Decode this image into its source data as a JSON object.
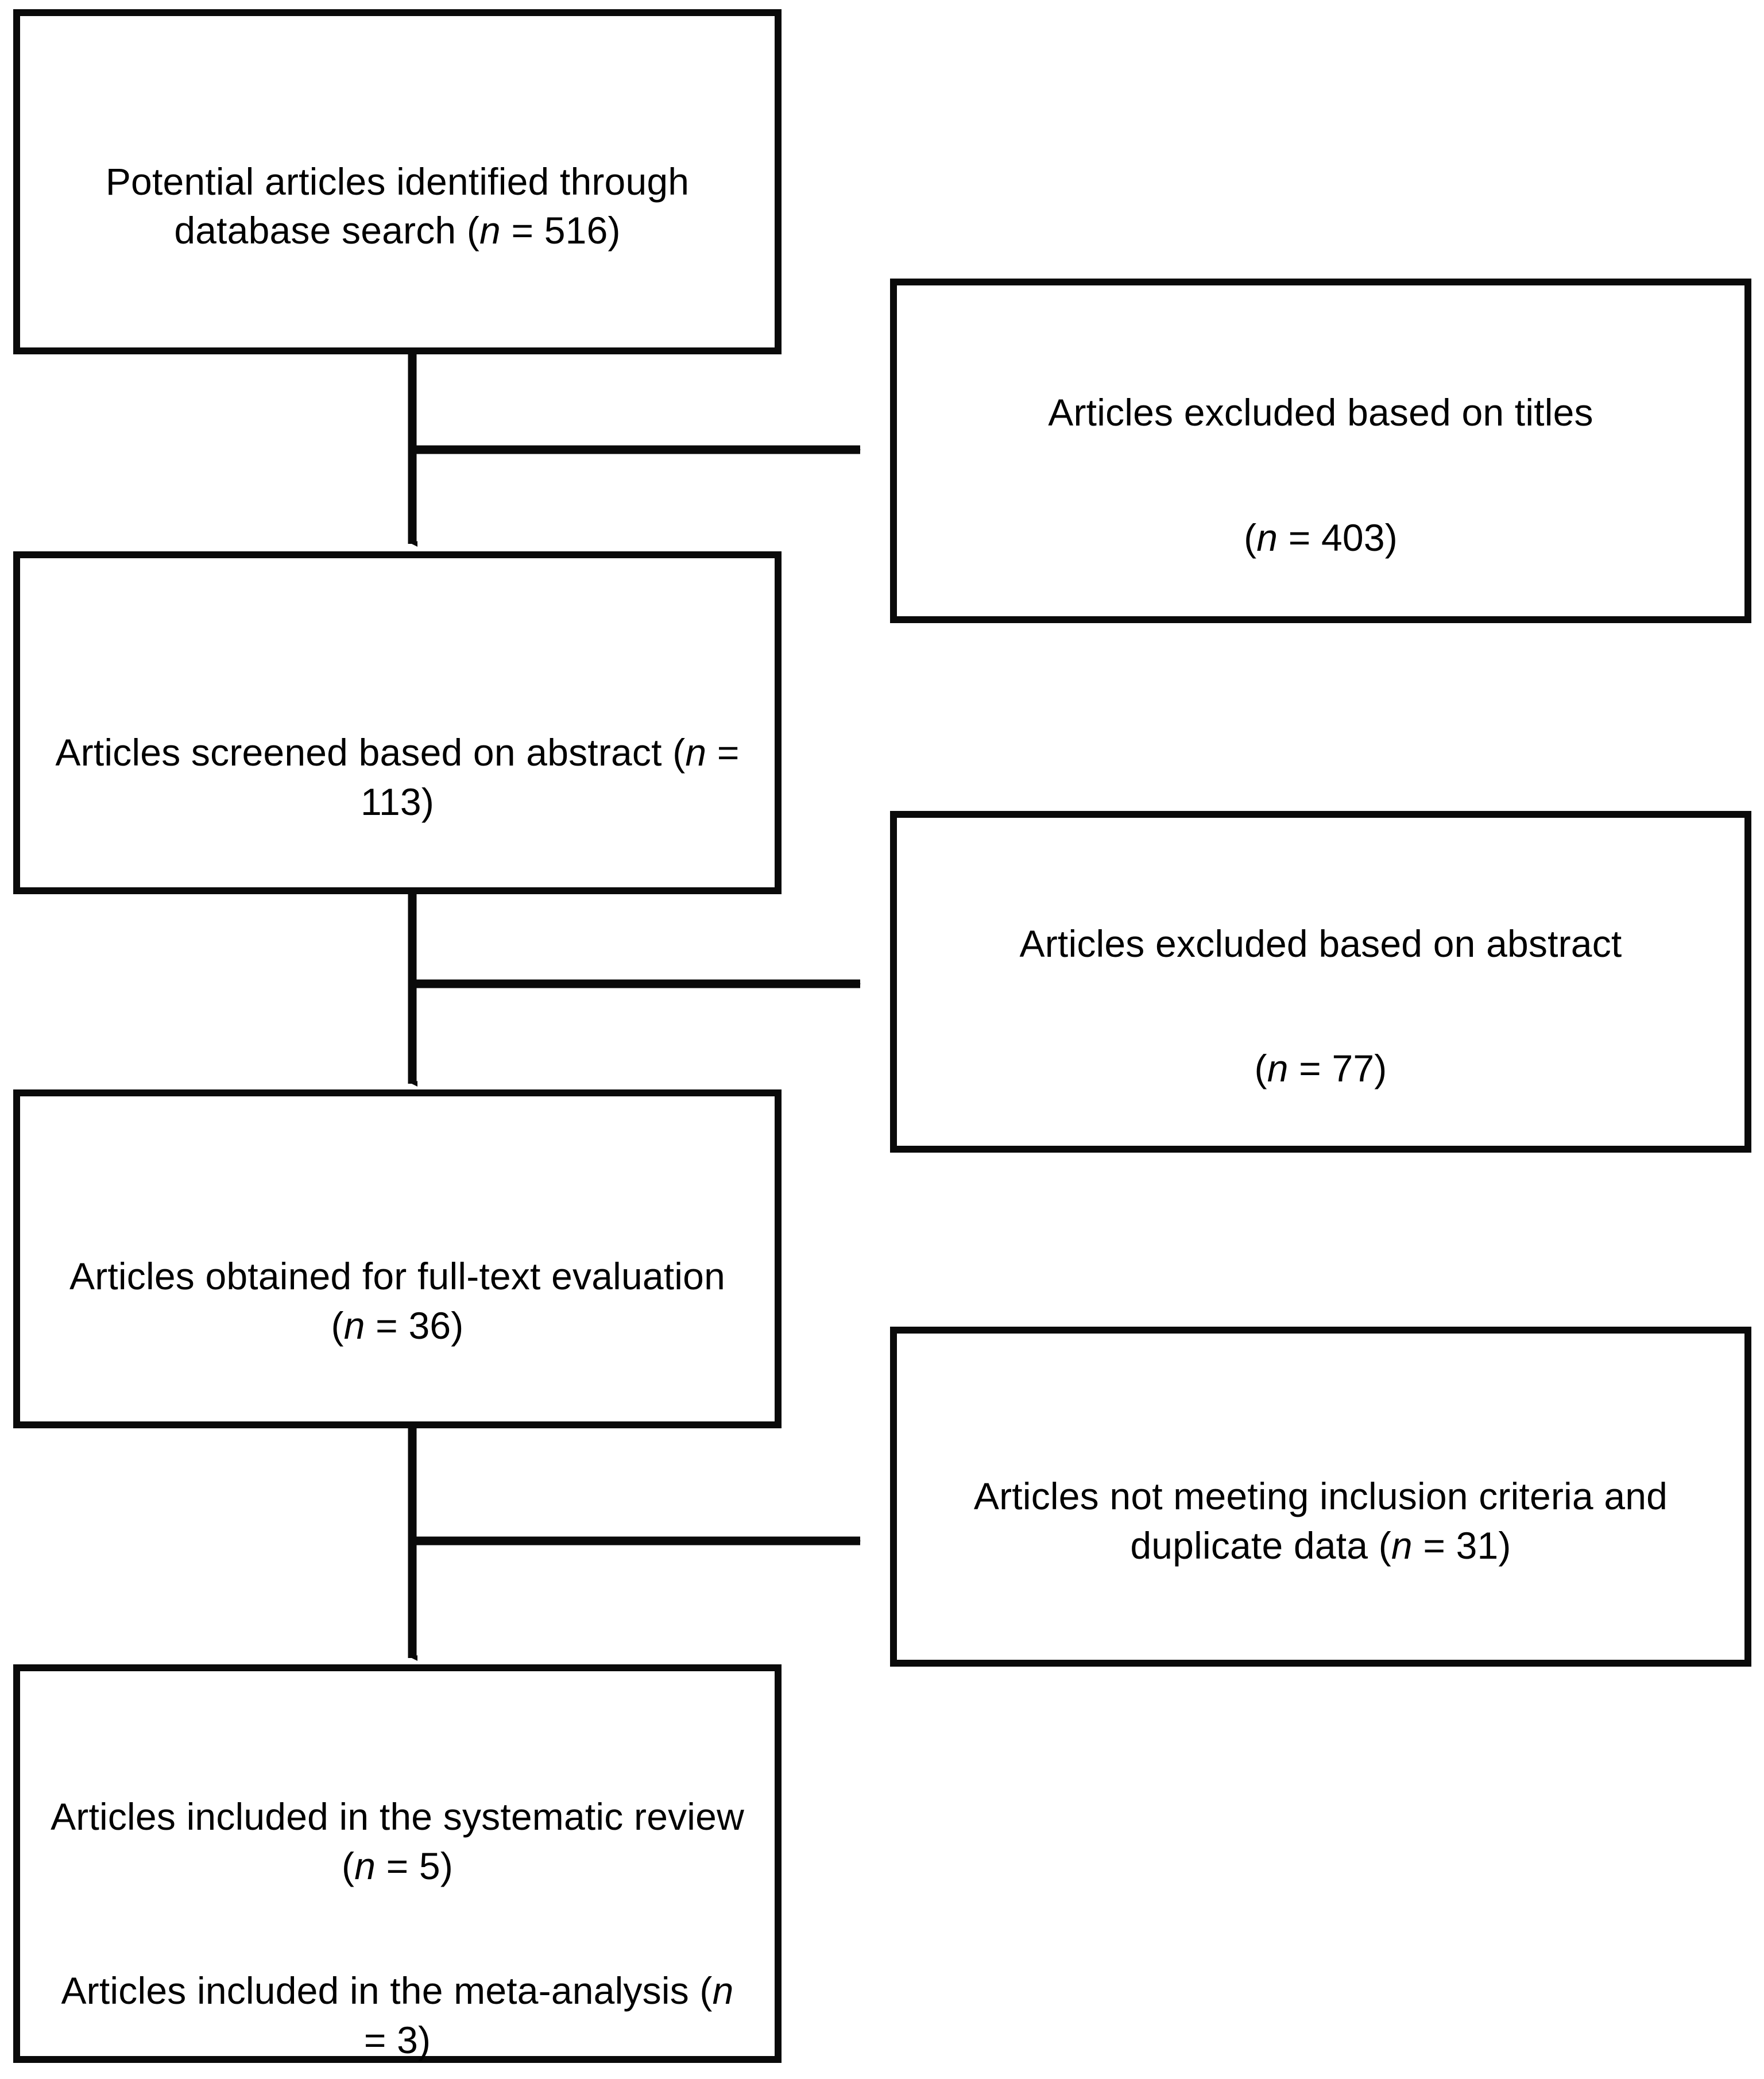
{
  "diagram": {
    "type": "prisma-flow-diagram",
    "title": "Study selection flow diagram",
    "colors": {
      "stroke": "#0a0a0a",
      "background": "#ffffff",
      "text": "#000000"
    },
    "nodes": [
      {
        "id": "identified",
        "column": "left",
        "lines": [
          {
            "pre": "Potential articles identified through database search (",
            "n": "n",
            "post": " = 516)"
          }
        ]
      },
      {
        "id": "excluded-titles",
        "column": "right",
        "lines": [
          {
            "pre": "Articles excluded based on titles",
            "n": "",
            "post": ""
          },
          {
            "pre": "(",
            "n": "n",
            "post": " = 403)"
          }
        ]
      },
      {
        "id": "screened-abstract",
        "column": "left",
        "lines": [
          {
            "pre": "Articles screened based on abstract (",
            "n": "n",
            "post": " = 113)"
          }
        ]
      },
      {
        "id": "excluded-abstract",
        "column": "right",
        "lines": [
          {
            "pre": "Articles excluded based on abstract",
            "n": "",
            "post": ""
          },
          {
            "pre": "(",
            "n": "n",
            "post": " = 77)"
          }
        ]
      },
      {
        "id": "fulltext",
        "column": "left",
        "lines": [
          {
            "pre": "Articles obtained for full-text evaluation  (",
            "n": "n",
            "post": " = 36)"
          }
        ]
      },
      {
        "id": "excluded-criteria",
        "column": "right",
        "lines": [
          {
            "pre": "Articles not meeting inclusion criteria and duplicate data (",
            "n": "n",
            "post": " = 31)"
          }
        ]
      },
      {
        "id": "included",
        "column": "left",
        "lines": [
          {
            "pre": "Articles included in the systematic review (",
            "n": "n",
            "post": " = 5)"
          },
          {
            "pre": "Articles included in the meta-analysis (",
            "n": "n",
            "post": " = 3)"
          }
        ]
      }
    ],
    "edges": [
      {
        "from": "identified",
        "to": "screened-abstract",
        "kind": "down-arrow"
      },
      {
        "from": "identified",
        "to": "excluded-titles",
        "kind": "right-arrow"
      },
      {
        "from": "screened-abstract",
        "to": "fulltext",
        "kind": "down-arrow"
      },
      {
        "from": "screened-abstract",
        "to": "excluded-abstract",
        "kind": "right-arrow"
      },
      {
        "from": "fulltext",
        "to": "included",
        "kind": "down-arrow"
      },
      {
        "from": "fulltext",
        "to": "excluded-criteria",
        "kind": "right-arrow"
      }
    ]
  }
}
